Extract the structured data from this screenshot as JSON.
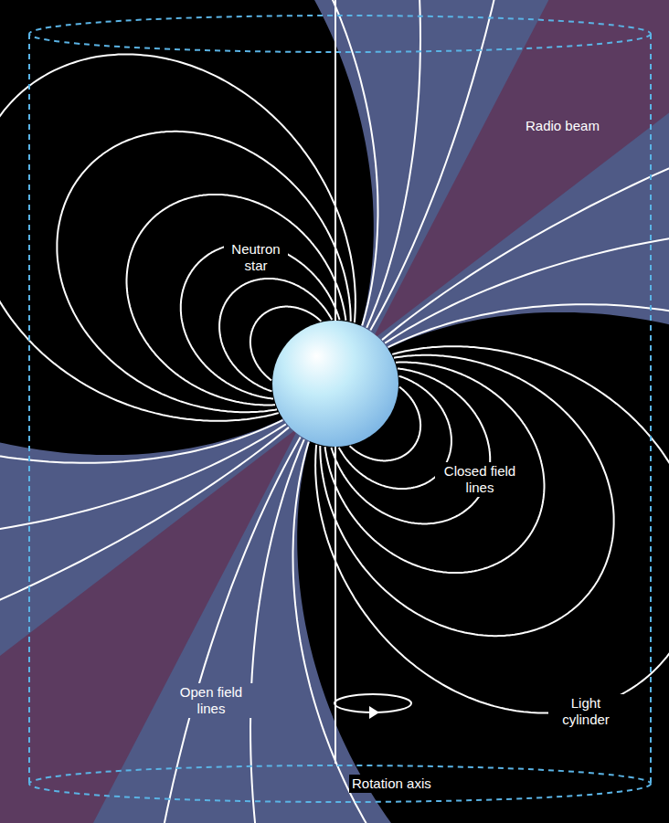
{
  "diagram": {
    "nodes": [
      {
        "text": [
          "Neutron star"
        ]
      }
    ],
    "labels": [
      "Radio beam",
      "Closed field lines",
      "Open field lines",
      "Light cylinder",
      "Rotation axis"
    ]
  }
}
